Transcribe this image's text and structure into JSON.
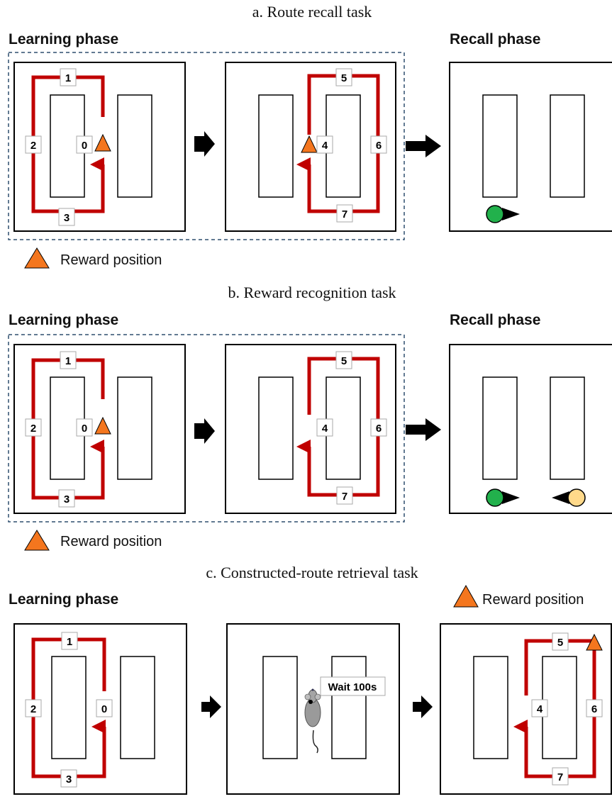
{
  "panel_a": {
    "title": "a. Route recall task",
    "learning_label": "Learning phase",
    "recall_label": "Recall phase",
    "legend": "Reward position",
    "boxes": [
      {
        "segments": [
          "1",
          "2",
          "0",
          "3"
        ]
      },
      {
        "segments": [
          "5",
          "4",
          "6",
          "7"
        ]
      }
    ]
  },
  "panel_b": {
    "title": "b. Reward recognition task",
    "learning_label": "Learning phase",
    "recall_label": "Recall phase",
    "legend": "Reward position",
    "boxes": [
      {
        "segments": [
          "1",
          "2",
          "0",
          "3"
        ]
      },
      {
        "segments": [
          "5",
          "4",
          "6",
          "7"
        ]
      }
    ]
  },
  "panel_c": {
    "title": "c. Constructed-route retrieval task",
    "learning_label": "Learning phase",
    "legend": "Reward position",
    "wait_label": "Wait 100s",
    "boxes": [
      {
        "segments": [
          "1",
          "2",
          "0",
          "3"
        ]
      },
      {
        "segments": [
          "5",
          "4",
          "6",
          "7"
        ]
      }
    ]
  },
  "colors": {
    "route": "#c00000",
    "reward": "#f4761e",
    "start_agent": "#22b14c",
    "second_agent": "#ffd98a",
    "dashed_border": "#2f4f6f"
  }
}
